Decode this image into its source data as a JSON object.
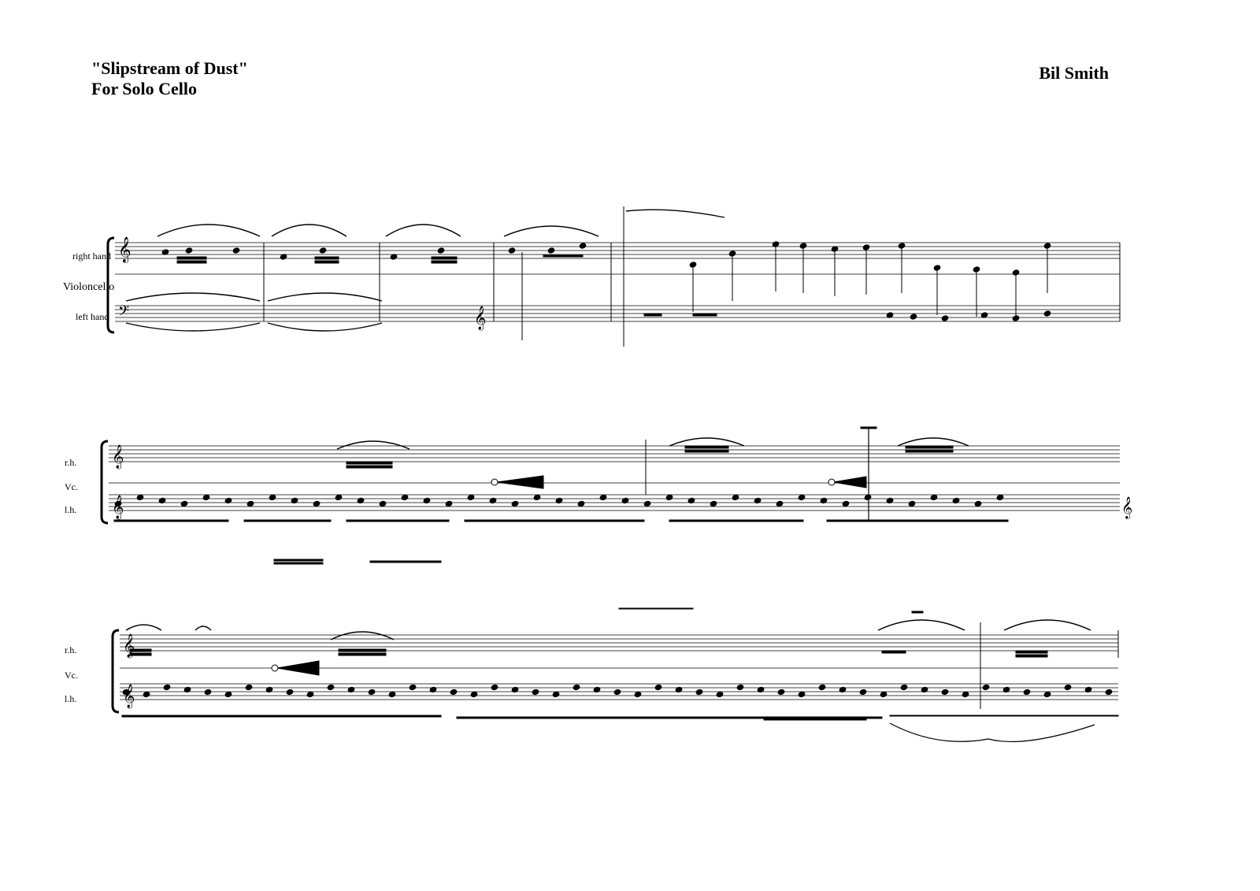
{
  "header": {
    "title": "\"Slipstream of Dust\"",
    "subtitle": "For Solo Cello",
    "composer": "Bil Smith"
  },
  "systems": [
    {
      "labels": {
        "top": "right hand",
        "middle": "Violoncello",
        "bottom": "left hand"
      },
      "clefs": {
        "top": "treble",
        "bottom": "bass"
      }
    },
    {
      "labels": {
        "top": "r.h.",
        "middle": "Vc.",
        "bottom": "l.h."
      },
      "clefs": {
        "top": "treble",
        "bottom": "treble"
      }
    },
    {
      "labels": {
        "top": "r.h.",
        "middle": "Vc.",
        "bottom": "l.h."
      },
      "clefs": {
        "top": "treble",
        "bottom": "treble"
      }
    }
  ],
  "colors": {
    "ink": "#000000",
    "paper": "#ffffff",
    "gray": "#888888"
  }
}
